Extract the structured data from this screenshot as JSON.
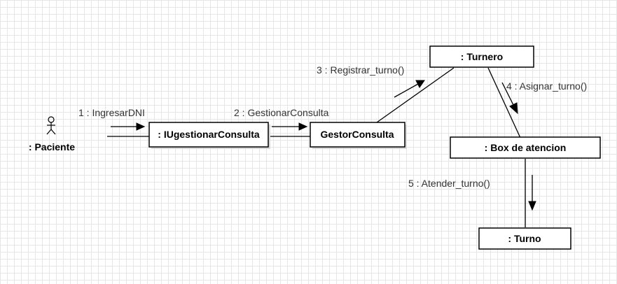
{
  "diagram": {
    "actor": {
      "label": ": Paciente"
    },
    "objects": {
      "interface": ": IUgestionarConsulta",
      "gestor": "GestorConsulta",
      "turnero": ": Turnero",
      "box": ": Box de atencion",
      "turno": ": Turno"
    },
    "messages": {
      "m1": "1 : IngresarDNI",
      "m2": "2 : GestionarConsulta",
      "m3": "3 : Registrar_turno()",
      "m4": "4 : Asignar_turno()",
      "m5": "5 : Atender_turno()"
    }
  }
}
